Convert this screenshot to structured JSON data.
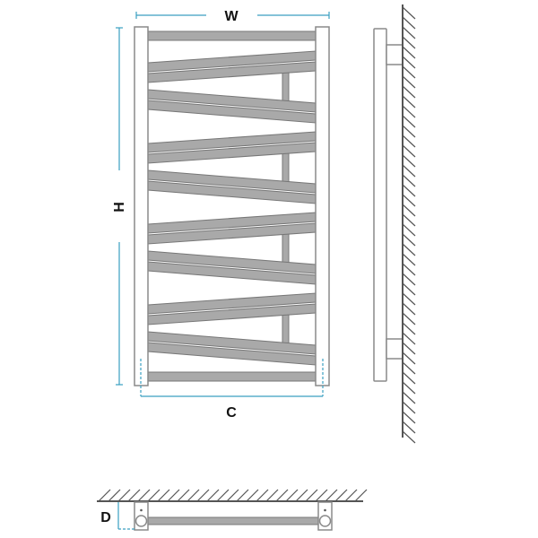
{
  "dimensions": {
    "width_label": "W",
    "height_label": "H",
    "centers_label": "C",
    "depth_label": "D"
  },
  "colors": {
    "dimension_line": "#3a9fc0",
    "bar_fill": "#a9a9a9",
    "outline": "#8a8a8a"
  }
}
